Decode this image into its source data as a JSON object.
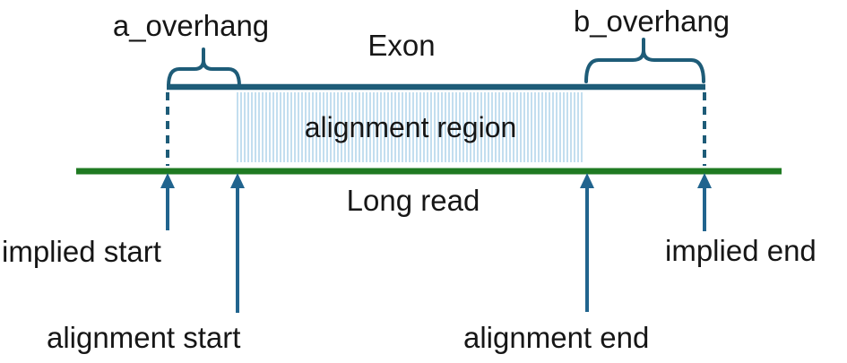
{
  "diagram": {
    "labels": {
      "a_overhang": "a_overhang",
      "b_overhang": "b_overhang",
      "exon": "Exon",
      "alignment_region": "alignment region",
      "long_read": "Long read",
      "implied_start": "implied start",
      "alignment_start": "alignment start",
      "alignment_end": "alignment end",
      "implied_end": "implied end"
    },
    "icons": {
      "a_overhang_brace": "curly-brace-icon",
      "b_overhang_brace": "curly-brace-icon",
      "implied_start_arrow": "up-arrow-icon",
      "alignment_start_arrow": "up-arrow-icon",
      "alignment_end_arrow": "up-arrow-icon",
      "implied_end_arrow": "up-arrow-icon"
    }
  },
  "colors": {
    "teal": "#1E5C78",
    "arrow": "#21648E",
    "green": "#1F7A22",
    "hatch": "#C3DEEF",
    "text": "#161616",
    "bg": "#FFFFFF"
  }
}
